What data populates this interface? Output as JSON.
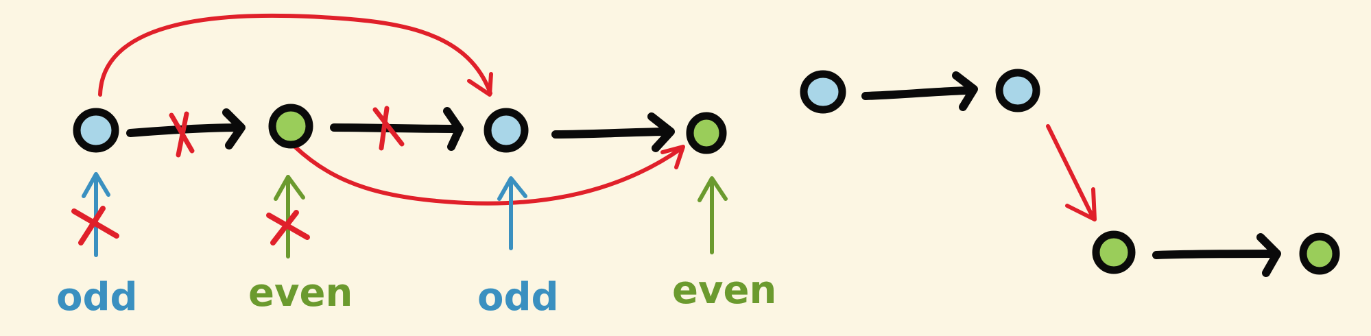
{
  "colors": {
    "background": "#FCF6E3",
    "outline": "#0A0A0A",
    "odd_fill": "#A9D6E8",
    "even_fill": "#9ACD5A",
    "odd_label": "#3A90C0",
    "even_label": "#6B9A2E",
    "pointer_red": "#E0202A"
  },
  "labels": {
    "odd_1": "odd",
    "even_1": "even",
    "odd_2": "odd",
    "even_2": "even"
  },
  "left_list": {
    "nodes": [
      {
        "id": "n1",
        "parity": "odd"
      },
      {
        "id": "n2",
        "parity": "even"
      },
      {
        "id": "n3",
        "parity": "odd"
      },
      {
        "id": "n4",
        "parity": "even"
      }
    ],
    "links": [
      {
        "from": "n1",
        "to": "n2",
        "crossed": true
      },
      {
        "from": "n2",
        "to": "n3",
        "crossed": true
      },
      {
        "from": "n3",
        "to": "n4",
        "crossed": false
      }
    ],
    "rewired": [
      {
        "from": "n1",
        "to": "n3"
      },
      {
        "from": "n2",
        "to": "n4"
      }
    ],
    "pointers": [
      {
        "target": "n1",
        "label": "odd",
        "crossed": true
      },
      {
        "target": "n2",
        "label": "even",
        "crossed": true
      },
      {
        "target": "n3",
        "label": "odd",
        "crossed": false
      },
      {
        "target": "n4",
        "label": "even",
        "crossed": false
      }
    ]
  },
  "right_list": {
    "nodes": [
      {
        "id": "r1",
        "parity": "odd"
      },
      {
        "id": "r2",
        "parity": "odd"
      },
      {
        "id": "r3",
        "parity": "even"
      },
      {
        "id": "r4",
        "parity": "even"
      }
    ],
    "links": [
      {
        "from": "r1",
        "to": "r2",
        "style": "black"
      },
      {
        "from": "r2",
        "to": "r3",
        "style": "red"
      },
      {
        "from": "r3",
        "to": "r4",
        "style": "black"
      }
    ]
  }
}
